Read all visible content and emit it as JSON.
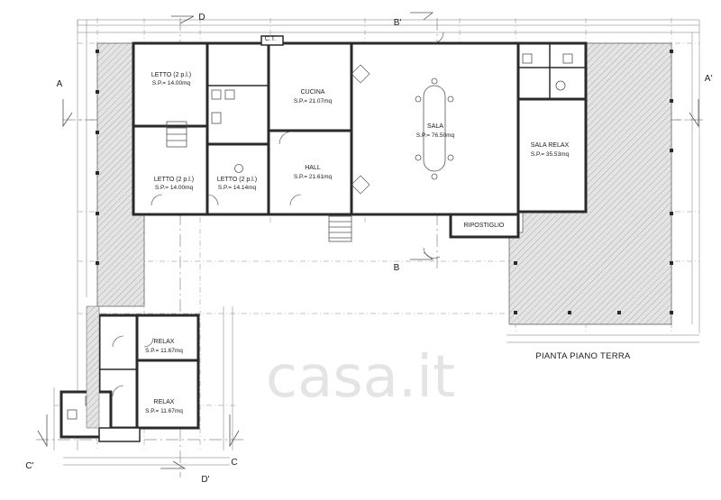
{
  "title": "PIANTA PIANO TERRA",
  "watermark": "casa.it",
  "rooms": [
    {
      "key": "letto1",
      "name": "LETTO (2 p.l.)",
      "area": "S.P.= 14.00mq"
    },
    {
      "key": "letto2",
      "name": "LETTO (2 p.l.)",
      "area": "S.P.= 14.00mq"
    },
    {
      "key": "letto3",
      "name": "LETTO (2 p.l.)",
      "area": "S.P.= 14.14mq"
    },
    {
      "key": "cucina",
      "name": "CUCINA",
      "area": "S.P.= 21.07mq"
    },
    {
      "key": "hall",
      "name": "HALL",
      "area": "S.P.= 21.61mq"
    },
    {
      "key": "sala",
      "name": "SALA",
      "area": "S.P.= 76.50mq"
    },
    {
      "key": "salarelax",
      "name": "SALA RELAX",
      "area": "S.P.= 35.53mq"
    },
    {
      "key": "ripostiglio",
      "name": "RIPOSTIGLIO",
      "area": ""
    },
    {
      "key": "relax1",
      "name": "RELAX",
      "area": "S.P.= 11.67mq"
    },
    {
      "key": "relax2",
      "name": "RELAX",
      "area": "S.P.= 11.67mq"
    }
  ],
  "labels": {
    "ct": "C.T."
  },
  "sections": {
    "a": "A",
    "a_prime": "A'",
    "b": "B",
    "b_prime": "B'",
    "c": "C",
    "c_prime": "C'",
    "d": "D",
    "d_prime": "D'"
  }
}
